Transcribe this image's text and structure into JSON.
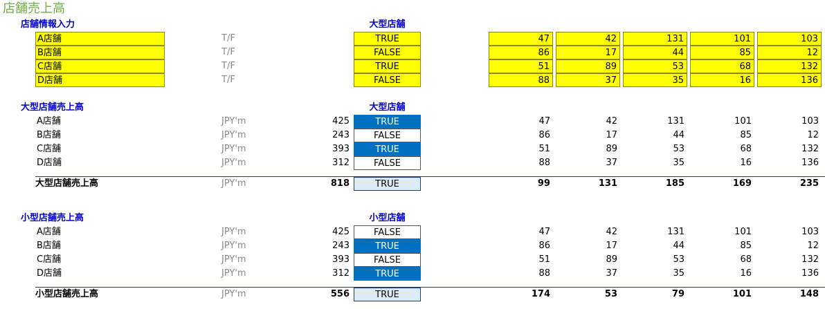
{
  "title": "店舗売上高",
  "section1": {
    "heading": "店舗情報入力",
    "column_header": "大型店舗",
    "rows": [
      {
        "store": "A店舗",
        "unit": "T/F",
        "flag": "TRUE",
        "values": [
          "47",
          "42",
          "131",
          "101",
          "103"
        ]
      },
      {
        "store": "B店舗",
        "unit": "T/F",
        "flag": "FALSE",
        "values": [
          "86",
          "17",
          "44",
          "85",
          "12"
        ]
      },
      {
        "store": "C店舗",
        "unit": "T/F",
        "flag": "TRUE",
        "values": [
          "51",
          "89",
          "53",
          "68",
          "132"
        ]
      },
      {
        "store": "D店舗",
        "unit": "T/F",
        "flag": "FALSE",
        "values": [
          "88",
          "37",
          "35",
          "16",
          "136"
        ]
      }
    ]
  },
  "section2": {
    "heading": "大型店舗売上高",
    "column_header": "大型店舗",
    "rows": [
      {
        "store": "A店舗",
        "unit": "JPY'm",
        "total": "425",
        "flag": "TRUE",
        "values": [
          "47",
          "42",
          "131",
          "101",
          "103"
        ]
      },
      {
        "store": "B店舗",
        "unit": "JPY'm",
        "total": "243",
        "flag": "FALSE",
        "values": [
          "86",
          "17",
          "44",
          "85",
          "12"
        ]
      },
      {
        "store": "C店舗",
        "unit": "JPY'm",
        "total": "393",
        "flag": "TRUE",
        "values": [
          "51",
          "89",
          "53",
          "68",
          "132"
        ]
      },
      {
        "store": "D店舗",
        "unit": "JPY'm",
        "total": "312",
        "flag": "FALSE",
        "values": [
          "88",
          "37",
          "35",
          "16",
          "136"
        ]
      }
    ],
    "summary": {
      "label": "大型店舗売上高",
      "unit": "JPY'm",
      "total": "818",
      "flag": "TRUE",
      "values": [
        "99",
        "131",
        "185",
        "169",
        "235"
      ]
    }
  },
  "section3": {
    "heading": "小型店舗売上高",
    "column_header": "小型店舗",
    "rows": [
      {
        "store": "A店舗",
        "unit": "JPY'm",
        "total": "425",
        "flag": "FALSE",
        "values": [
          "47",
          "42",
          "131",
          "101",
          "103"
        ]
      },
      {
        "store": "B店舗",
        "unit": "JPY'm",
        "total": "243",
        "flag": "TRUE",
        "values": [
          "86",
          "17",
          "44",
          "85",
          "12"
        ]
      },
      {
        "store": "C店舗",
        "unit": "JPY'm",
        "total": "393",
        "flag": "FALSE",
        "values": [
          "51",
          "89",
          "53",
          "68",
          "132"
        ]
      },
      {
        "store": "D店舗",
        "unit": "JPY'm",
        "total": "312",
        "flag": "TRUE",
        "values": [
          "88",
          "37",
          "35",
          "16",
          "136"
        ]
      }
    ],
    "summary": {
      "label": "小型店舗売上高",
      "unit": "JPY'm",
      "total": "556",
      "flag": "TRUE",
      "values": [
        "174",
        "53",
        "79",
        "101",
        "148"
      ]
    }
  },
  "colors": {
    "input_yellow": "#FFFF00",
    "flag_blue": "#0070C0",
    "heading_blue": "#0000CC",
    "title_green": "#70AD47",
    "summary_fill": "#DDEBF7"
  }
}
